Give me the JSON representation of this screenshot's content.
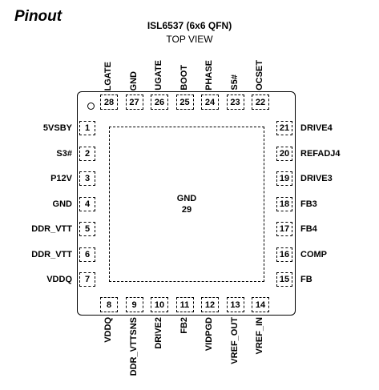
{
  "heading": "Pinout",
  "part": "ISL6537 (6x6 QFN)",
  "view": "TOP VIEW",
  "exposed_pad": {
    "name": "GND",
    "number": "29"
  },
  "pins_left": [
    {
      "num": "1",
      "name": "5VSBY"
    },
    {
      "num": "2",
      "name": "S3#"
    },
    {
      "num": "3",
      "name": "P12V"
    },
    {
      "num": "4",
      "name": "GND"
    },
    {
      "num": "5",
      "name": "DDR_VTT"
    },
    {
      "num": "6",
      "name": "DDR_VTT"
    },
    {
      "num": "7",
      "name": "VDDQ"
    }
  ],
  "pins_bottom": [
    {
      "num": "8",
      "name": "VDDQ"
    },
    {
      "num": "9",
      "name": "DDR_VTTSNS"
    },
    {
      "num": "10",
      "name": "DRIVE2"
    },
    {
      "num": "11",
      "name": "FB2"
    },
    {
      "num": "12",
      "name": "VIDPGD"
    },
    {
      "num": "13",
      "name": "VREF_OUT"
    },
    {
      "num": "14",
      "name": "VREF_IN"
    }
  ],
  "pins_right": [
    {
      "num": "15",
      "name": "FB"
    },
    {
      "num": "16",
      "name": "COMP"
    },
    {
      "num": "17",
      "name": "FB4"
    },
    {
      "num": "18",
      "name": "FB3"
    },
    {
      "num": "19",
      "name": "DRIVE3"
    },
    {
      "num": "20",
      "name": "REFADJ4"
    },
    {
      "num": "21",
      "name": "DRIVE4"
    }
  ],
  "pins_top": [
    {
      "num": "22",
      "name": "OCSET"
    },
    {
      "num": "23",
      "name": "S5#"
    },
    {
      "num": "24",
      "name": "PHASE"
    },
    {
      "num": "25",
      "name": "BOOT"
    },
    {
      "num": "26",
      "name": "UGATE"
    },
    {
      "num": "27",
      "name": "GND"
    },
    {
      "num": "28",
      "name": "LGATE"
    }
  ]
}
